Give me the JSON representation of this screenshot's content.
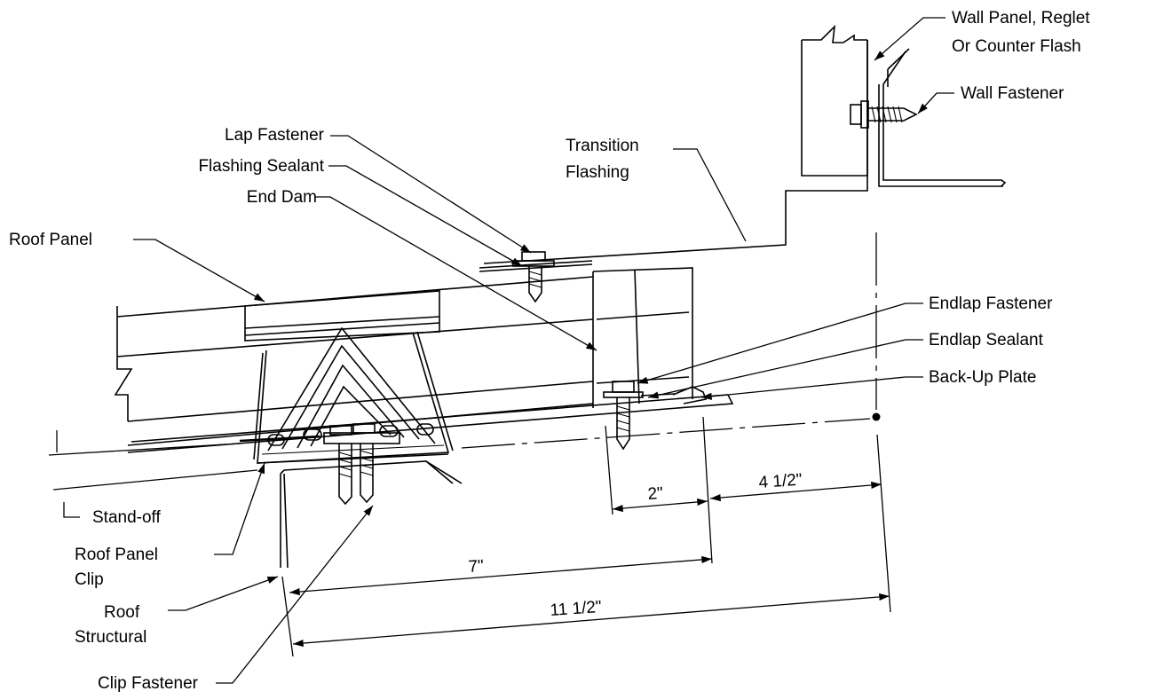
{
  "labels": {
    "wall_panel_line1": "Wall Panel, Reglet",
    "wall_panel_line2": "Or Counter Flash",
    "wall_fastener": "Wall Fastener",
    "transition_line1": "Transition",
    "transition_line2": "Flashing",
    "lap_fastener": "Lap Fastener",
    "flashing_sealant": "Flashing Sealant",
    "end_dam": "End Dam",
    "roof_panel": "Roof Panel",
    "endlap_fastener": "Endlap Fastener",
    "endlap_sealant": "Endlap Sealant",
    "backup_plate": "Back-Up Plate",
    "standoff": "Stand-off",
    "clip_line1": "Roof Panel",
    "clip_line2": "Clip",
    "structural_line1": "Roof",
    "structural_line2": "Structural",
    "clip_fastener": "Clip Fastener"
  },
  "dimensions": {
    "d_2": "2\"",
    "d_4_5": "4 1/2\"",
    "d_7": "7\"",
    "d_11_5": "11 1/2\""
  }
}
